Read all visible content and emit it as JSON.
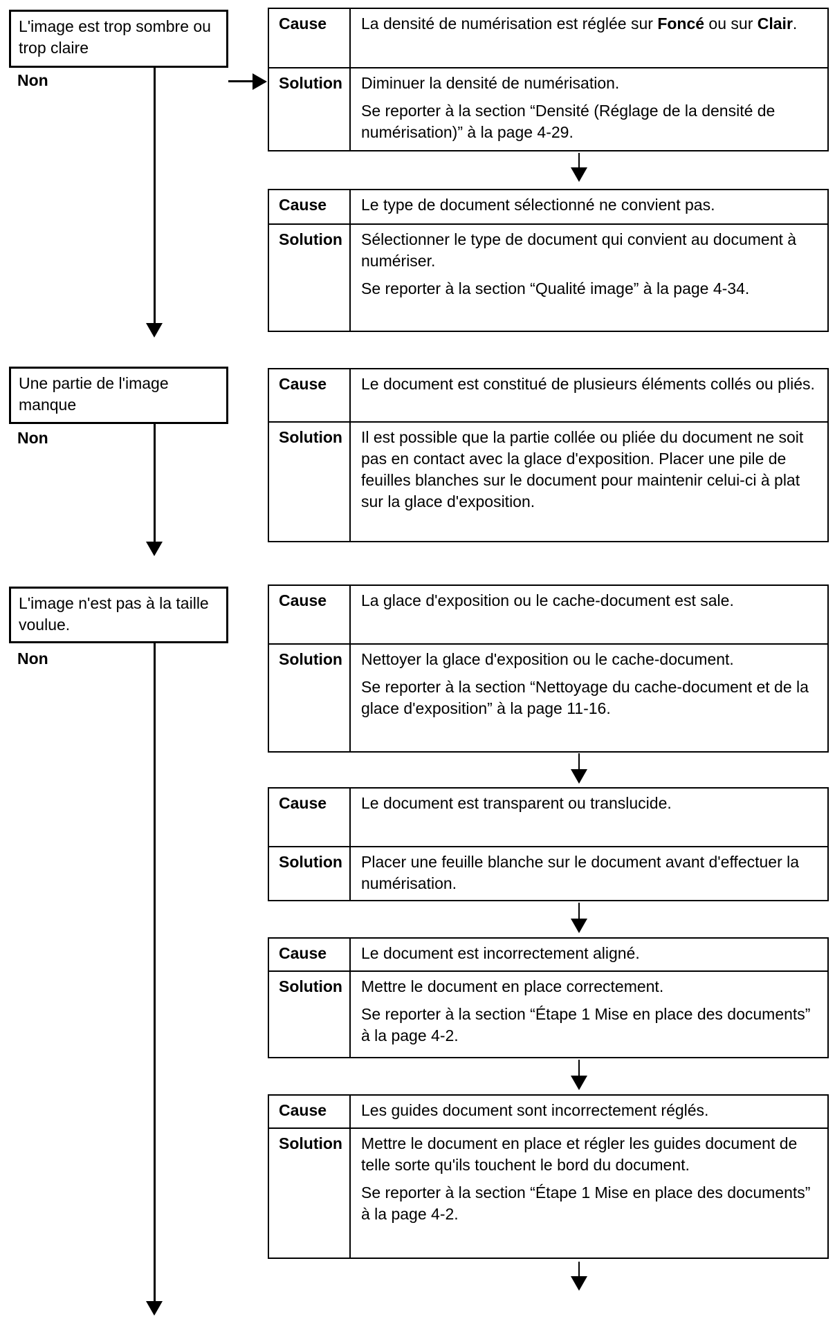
{
  "flow": {
    "labels": {
      "cause": "Cause",
      "solution": "Solution",
      "no": "Non"
    },
    "colors": {
      "ink": "#000000",
      "paper": "#ffffff"
    },
    "conditions": [
      {
        "text": "L'image est trop sombre ou trop claire"
      },
      {
        "text": "Une partie de l'image manque"
      },
      {
        "text": "L'image n'est pas à la taille voulue."
      }
    ],
    "tables": [
      {
        "cause_parts": [
          "La densité de numérisation est réglée sur ",
          "Foncé",
          " ou sur ",
          "Clair",
          "."
        ],
        "solution": [
          "Diminuer la densité de numérisation.",
          "Se reporter à la section “Densité (Réglage de la densité de numérisation)” à la page 4-29."
        ]
      },
      {
        "cause": "Le type de document sélectionné ne convient pas.",
        "solution": [
          "Sélectionner le type de document qui convient au document à numériser.",
          "Se reporter à la section “Qualité image” à la page 4-34."
        ]
      },
      {
        "cause": "Le document est constitué de plusieurs éléments collés ou pliés.",
        "solution": [
          "Il est possible que la partie collée ou pliée du document ne soit pas en contact avec la glace d'exposition. Placer une pile de feuilles blanches sur le document pour maintenir celui-ci à plat sur la glace d'exposition."
        ]
      },
      {
        "cause": "La glace d'exposition ou le cache-document est sale.",
        "solution": [
          "Nettoyer la glace d'exposition ou le cache-document.",
          "Se reporter à la section “Nettoyage du cache-document et de la glace d'exposition” à la page 11-16."
        ]
      },
      {
        "cause": "Le document est transparent ou translucide.",
        "solution": [
          "Placer une feuille blanche sur le document avant d'effectuer la numérisation."
        ]
      },
      {
        "cause": "Le document est incorrectement aligné.",
        "solution": [
          "Mettre le document en place correctement.",
          "Se reporter à la section “Étape 1 Mise en place des documents” à la page 4-2."
        ]
      },
      {
        "cause": "Les guides document sont incorrectement réglés.",
        "solution": [
          "Mettre le document en place et régler les guides document de telle sorte qu'ils touchent le bord du document.",
          "Se reporter à la section “Étape 1 Mise en place des documents” à la page 4-2."
        ]
      }
    ]
  }
}
